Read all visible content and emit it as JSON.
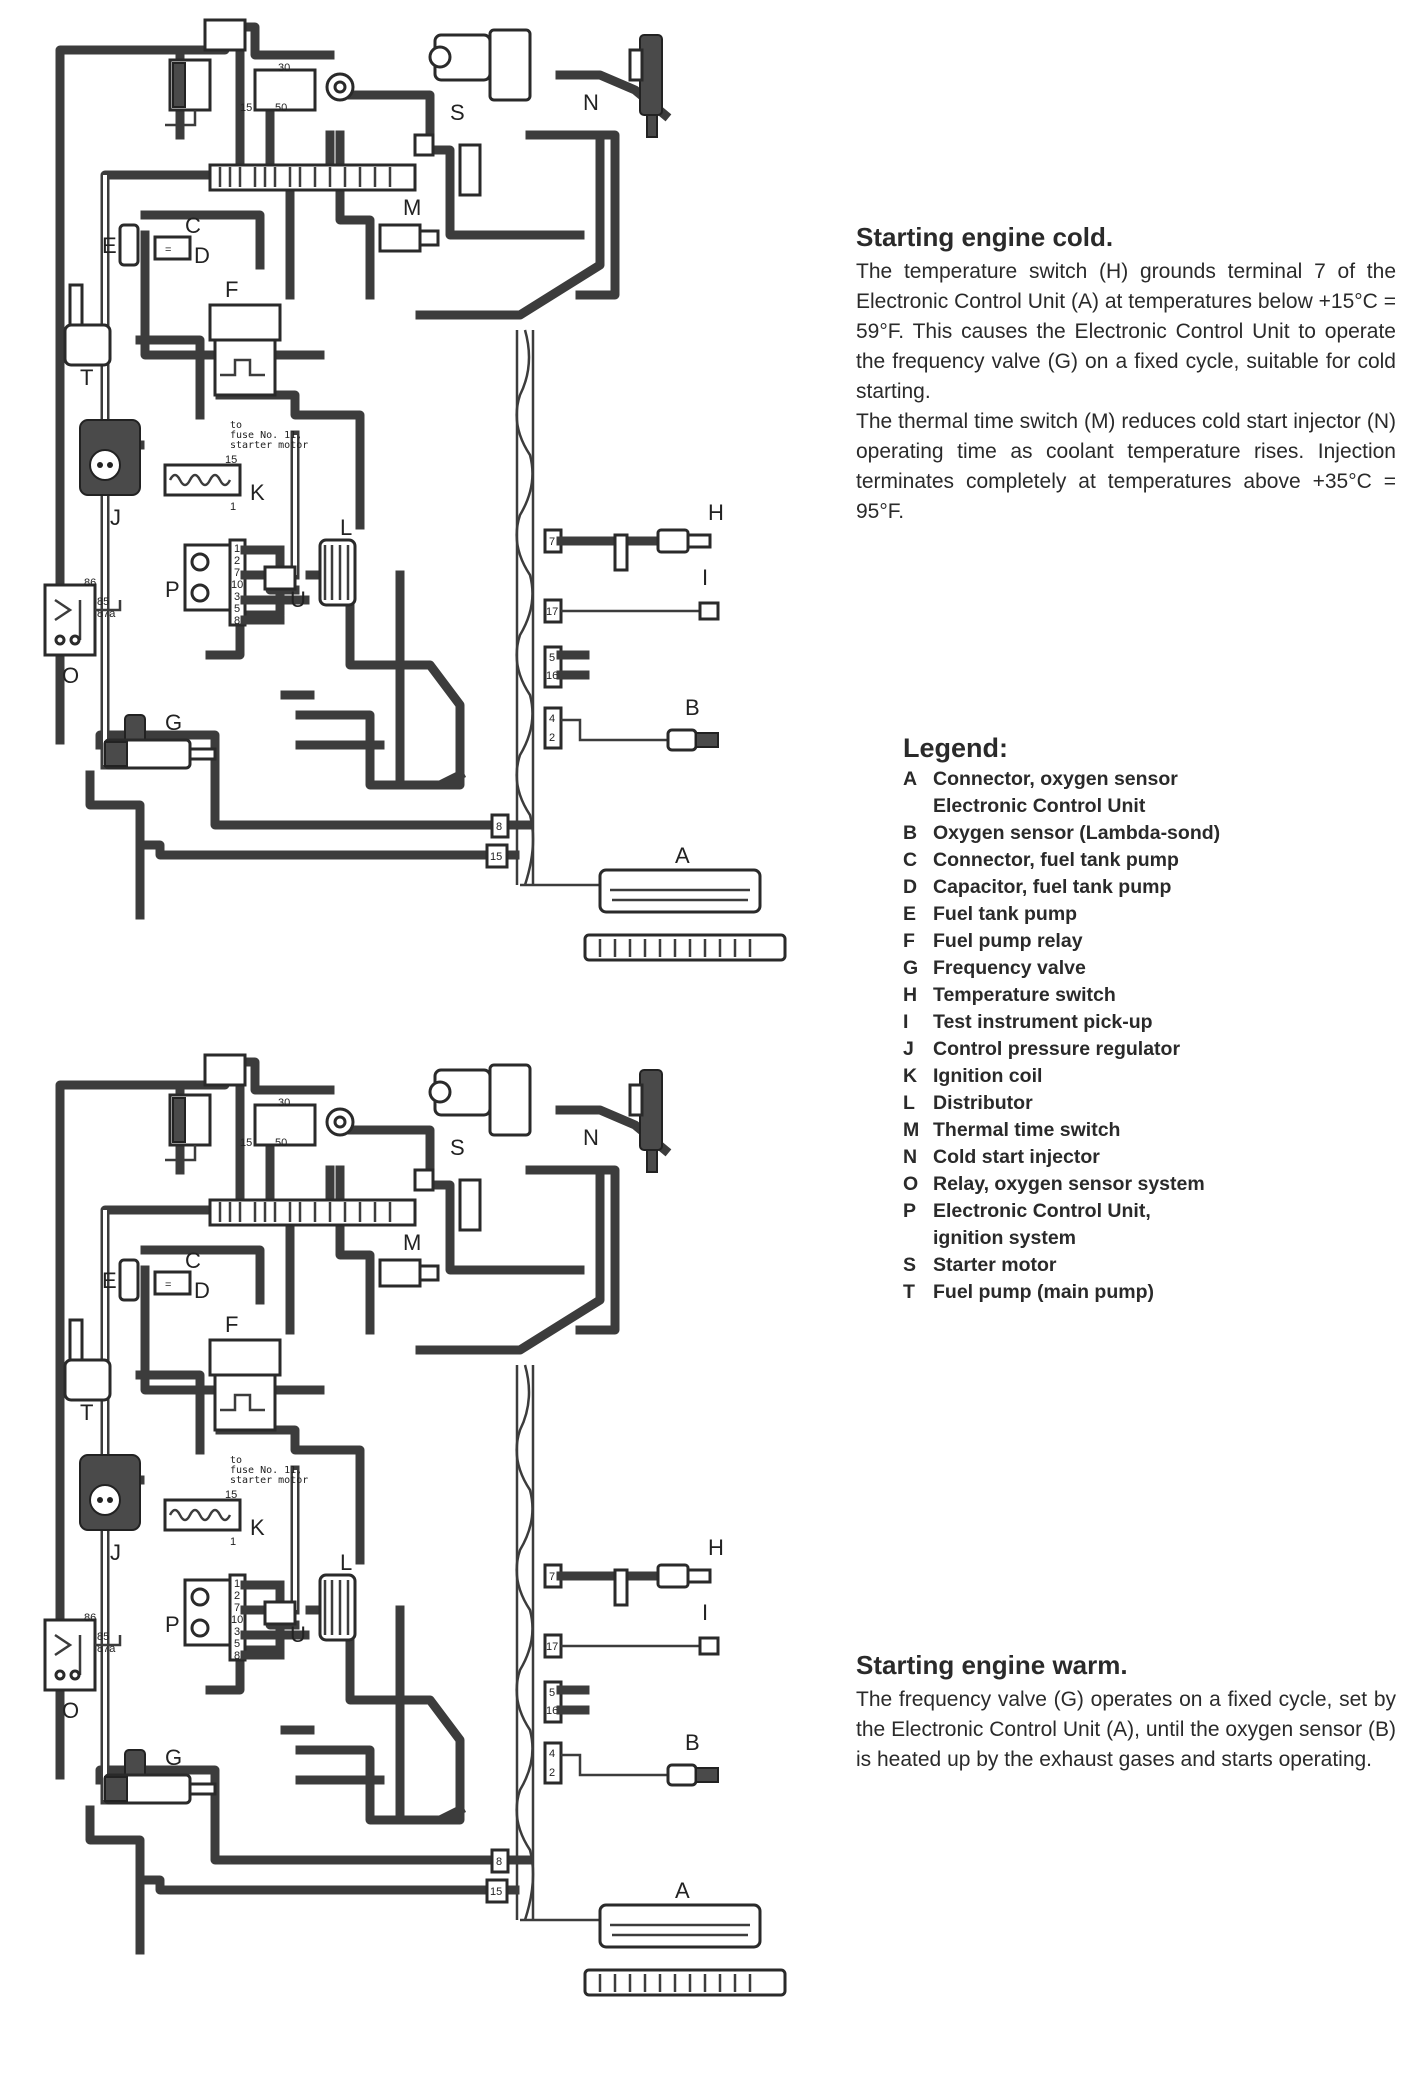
{
  "sections": {
    "cold": {
      "title": "Starting engine cold.",
      "paragraphs": [
        "The temperature switch (H) grounds terminal 7 of the Electronic Control Unit (A) at temperatures below +15°C = 59°F. This causes the Electronic Control Unit to operate the frequency valve (G) on a fixed cycle, suitable for cold starting.",
        "The thermal time switch (M) reduces cold start injector (N) operating time as coolant temperature rises. Injection terminates completely at temperatures above +35°C = 95°F."
      ]
    },
    "warm": {
      "title": "Starting engine warm.",
      "paragraphs": [
        "The frequency valve (G) operates on a fixed cycle, set by the Electronic Control Unit (A), until the oxygen sensor (B) is heated up by the exhaust gases and starts operating."
      ]
    }
  },
  "legend": {
    "title": "Legend:",
    "items": [
      {
        "key": "A",
        "text": "Connector, oxygen sensor"
      },
      {
        "key": "",
        "text": "Electronic Control Unit"
      },
      {
        "key": "B",
        "text": "Oxygen sensor (Lambda-sond)"
      },
      {
        "key": "C",
        "text": "Connector, fuel tank pump"
      },
      {
        "key": "D",
        "text": "Capacitor, fuel tank pump"
      },
      {
        "key": "E",
        "text": "Fuel tank pump"
      },
      {
        "key": "F",
        "text": "Fuel pump relay"
      },
      {
        "key": "G",
        "text": "Frequency valve"
      },
      {
        "key": "H",
        "text": "Temperature switch"
      },
      {
        "key": "I",
        "text": "Test instrument pick-up"
      },
      {
        "key": "J",
        "text": "Control pressure regulator"
      },
      {
        "key": "K",
        "text": "Ignition coil"
      },
      {
        "key": "L",
        "text": "Distributor"
      },
      {
        "key": "M",
        "text": "Thermal time switch"
      },
      {
        "key": "N",
        "text": "Cold start injector"
      },
      {
        "key": "O",
        "text": "Relay, oxygen sensor system"
      },
      {
        "key": "P",
        "text": "Electronic Control Unit,"
      },
      {
        "key": "",
        "text": "ignition system"
      },
      {
        "key": "S",
        "text": "Starter motor"
      },
      {
        "key": "T",
        "text": "Fuel pump (main pump)"
      }
    ]
  },
  "diagram": {
    "component_labels": {
      "A": "A",
      "B": "B",
      "C": "C",
      "D": "D",
      "E": "E",
      "F": "F",
      "G": "G",
      "H": "H",
      "I": "I",
      "J": "J",
      "K": "K",
      "L": "L",
      "M": "M",
      "N": "N",
      "O": "O",
      "P": "P",
      "S": "S",
      "T": "T",
      "U": "U"
    },
    "fuse_note": [
      "to",
      "fuse No. 11,",
      "starter motor"
    ],
    "terminals": {
      "starter": [
        "30",
        "15",
        "50"
      ],
      "relay_o": [
        "86",
        "85",
        "87a"
      ],
      "coil": [
        "15",
        "1"
      ],
      "ecu_p": [
        "1",
        "2",
        "7",
        "10",
        "3",
        "5",
        "8"
      ],
      "connectors": [
        "7",
        "17",
        "5",
        "16",
        "4",
        "2",
        "8",
        "15"
      ]
    }
  }
}
